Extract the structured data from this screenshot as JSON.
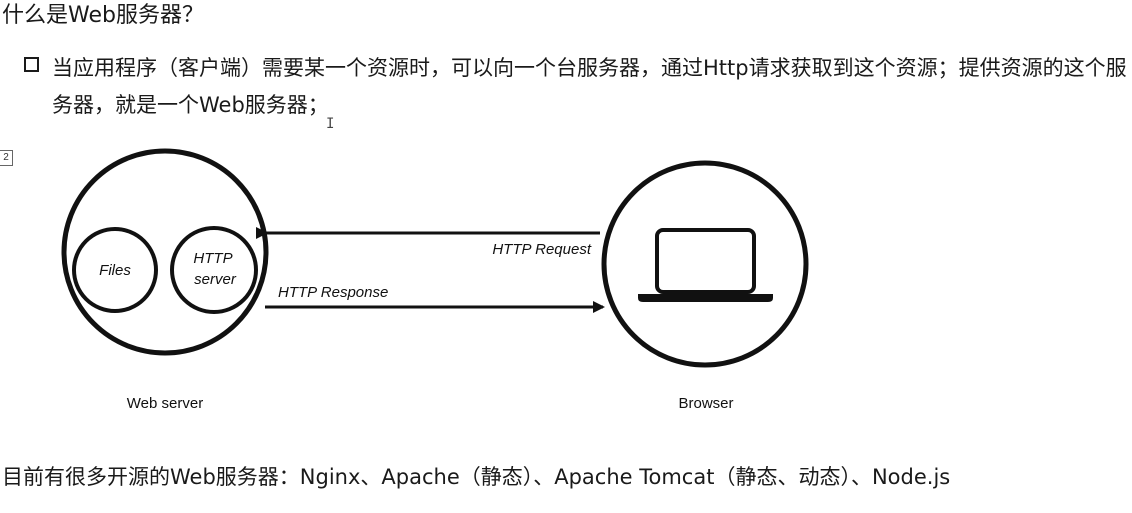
{
  "heading": "什么是Web服务器？",
  "bullet": {
    "text": "当应用程序（客户端）需要某一个资源时，可以向一个台服务器，通过Http请求获取到这个资源；提供资源的这个服务器，就是一个Web服务器；"
  },
  "tag_label": "2",
  "diagram": {
    "web_server_label": "Web server",
    "files_label": "Files",
    "http_server_line1": "HTTP",
    "http_server_line2": "server",
    "request_label": "HTTP Request",
    "response_label": "HTTP Response",
    "browser_label": "Browser",
    "laptop_icon": "laptop-icon"
  },
  "footer": "目前有很多开源的Web服务器：Nginx、Apache（静态）、Apache Tomcat（静态、动态）、Node.js"
}
